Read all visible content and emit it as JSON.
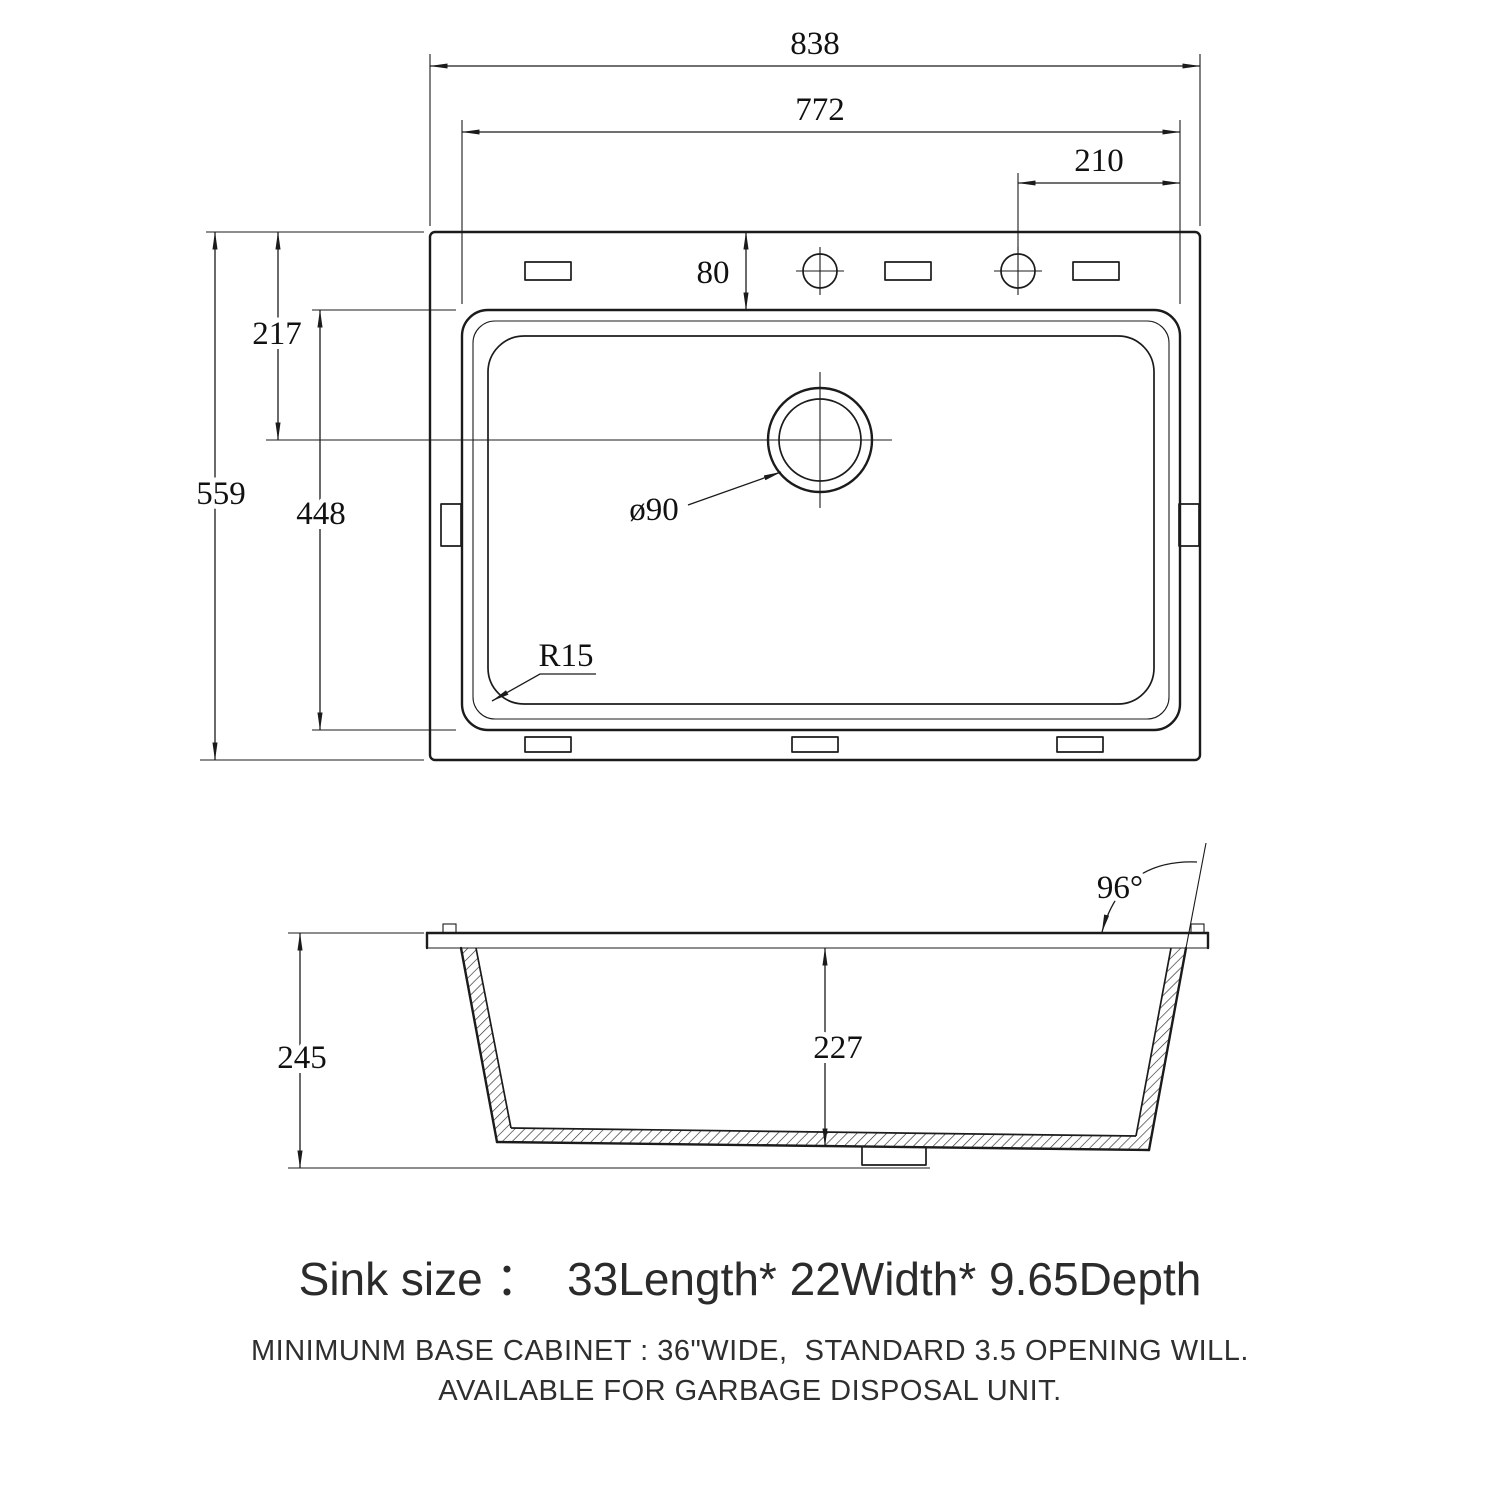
{
  "drawing": {
    "top_view": {
      "dims": {
        "overall_width": "838",
        "bowl_width": "772",
        "faucet_offset": "210",
        "rim_to_bowl": "80",
        "top_to_drain": "217",
        "overall_depth": "559",
        "bowl_depth": "448",
        "drain_diameter": "ø90",
        "corner_radius": "R15"
      }
    },
    "side_view": {
      "dims": {
        "overall_height": "245",
        "inner_depth": "227",
        "rim_angle": "96°"
      }
    },
    "caption": {
      "size_line": "Sink size ：  33Length* 22Width* 9.65Depth",
      "note_line1": "MINIMUNM BASE CABINET : 36\"WIDE,  STANDARD 3.5 OPENING WILL.",
      "note_line2": "AVAILABLE FOR GARBAGE DISPOSAL UNIT."
    },
    "colors": {
      "line": "#1b1b1b",
      "background": "#ffffff"
    }
  }
}
